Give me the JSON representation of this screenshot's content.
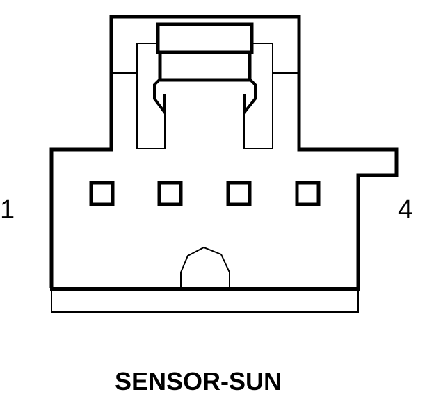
{
  "diagram": {
    "pin_first_label": "1",
    "pin_last_label": "4",
    "caption": "SENSOR-SUN",
    "pin_count": 4,
    "stroke_color": "#000000",
    "background_color": "#ffffff"
  }
}
